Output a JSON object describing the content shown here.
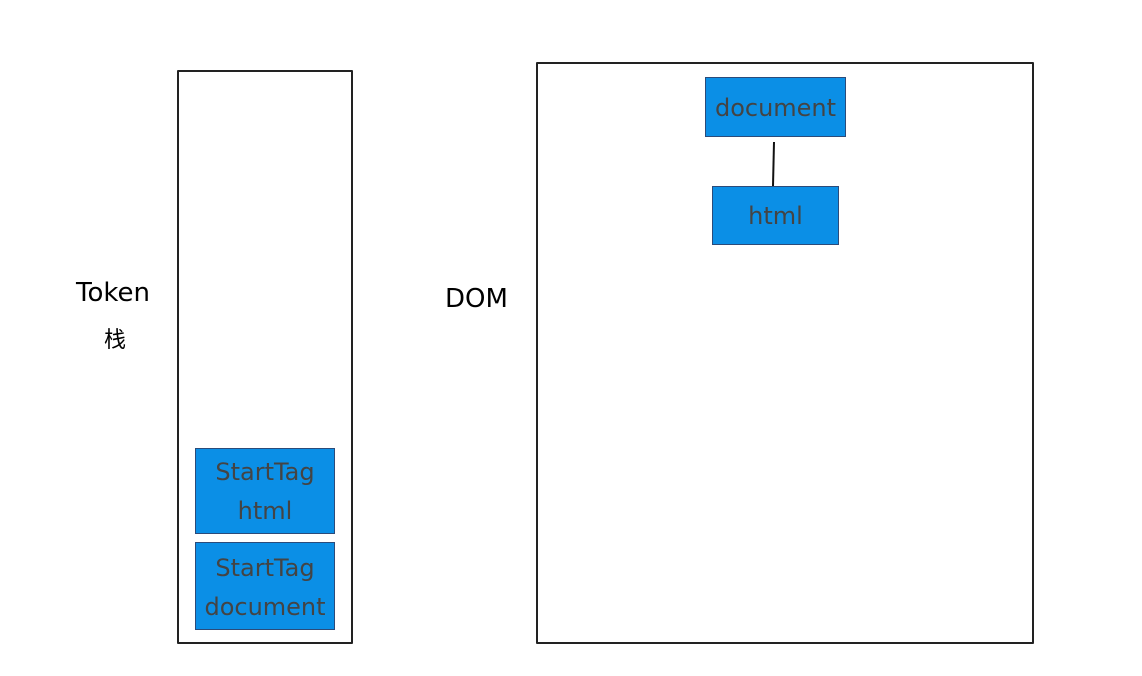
{
  "labels": {
    "token": "Token",
    "stack": "栈",
    "dom": "DOM"
  },
  "stack": {
    "items": [
      {
        "line1": "StartTag",
        "line2": "html"
      },
      {
        "line1": "StartTag",
        "line2": "document"
      }
    ]
  },
  "dom": {
    "nodes": [
      {
        "label": "document"
      },
      {
        "label": "html"
      }
    ]
  },
  "colors": {
    "box_fill": "#0b8fe6",
    "box_text": "#444444",
    "frame_stroke": "#222222"
  }
}
